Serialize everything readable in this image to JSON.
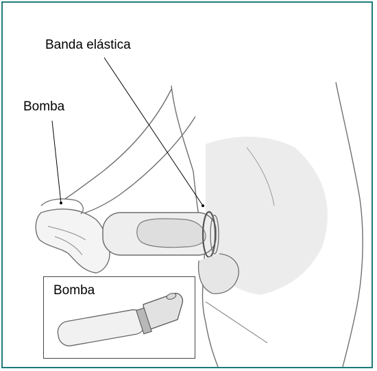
{
  "labels": {
    "elastic_band": "Banda elástica",
    "pump_top": "Bomba",
    "pump_inset": "Bomba"
  },
  "colors": {
    "frame": "#1e7a78",
    "pencil": "#6f6f6f",
    "shade": "#cfcfcf"
  }
}
